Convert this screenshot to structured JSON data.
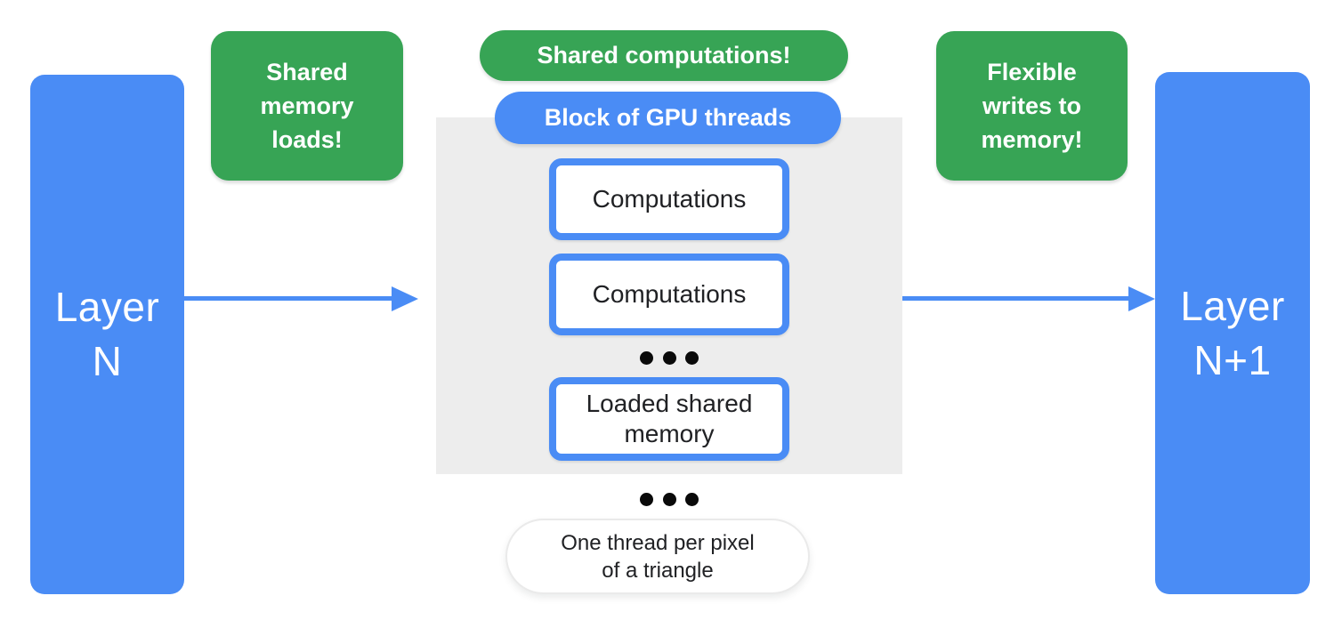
{
  "colors": {
    "blue": "#4A8CF5",
    "green": "#37A455",
    "gray_panel": "#EDEDED",
    "text_dark": "#202124",
    "text_white": "#FFFFFF",
    "note_border": "#EAEAEA"
  },
  "layer_n": {
    "line1": "Layer",
    "line2": "N"
  },
  "layer_n_plus_1": {
    "line1": "Layer",
    "line2": "N+1"
  },
  "badge_shared_memory": {
    "line1": "Shared",
    "line2": "memory",
    "line3": "loads!"
  },
  "pill_shared_computations": {
    "label": "Shared computations!"
  },
  "pill_block_gpu": {
    "label": "Block of GPU threads"
  },
  "badge_flexible_writes": {
    "line1": "Flexible",
    "line2": "writes to",
    "line3": "memory!"
  },
  "gpu_block": {
    "box1": "Computations",
    "box2": "Computations",
    "box3": "Loaded shared memory"
  },
  "note_pill": {
    "line1": "One thread per pixel",
    "line2": "of a triangle"
  }
}
